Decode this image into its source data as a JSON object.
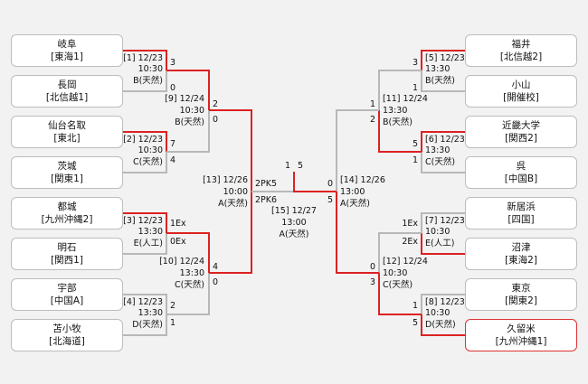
{
  "teams": {
    "L1": {
      "name": "岐阜",
      "region": "[東海1]"
    },
    "L2": {
      "name": "長岡",
      "region": "[北信越1]"
    },
    "L3": {
      "name": "仙台名取",
      "region": "[東北]"
    },
    "L4": {
      "name": "茨城",
      "region": "[関東1]"
    },
    "L5": {
      "name": "都城",
      "region": "[九州沖縄2]"
    },
    "L6": {
      "name": "明石",
      "region": "[関西1]"
    },
    "L7": {
      "name": "宇部",
      "region": "[中国A]"
    },
    "L8": {
      "name": "苫小牧",
      "region": "[北海道]"
    },
    "R1": {
      "name": "福井",
      "region": "[北信越2]"
    },
    "R2": {
      "name": "小山",
      "region": "[開催校]"
    },
    "R3": {
      "name": "近畿大学",
      "region": "[関西2]"
    },
    "R4": {
      "name": "呉",
      "region": "[中国B]"
    },
    "R5": {
      "name": "新居浜",
      "region": "[四国]"
    },
    "R6": {
      "name": "沼津",
      "region": "[東海2]"
    },
    "R7": {
      "name": "東京",
      "region": "[関東2]"
    },
    "R8": {
      "name": "久留米",
      "region": "[九州沖縄1]"
    }
  },
  "matches": {
    "m1": {
      "id": "[1] 12/23",
      "time": "10:30",
      "venue": "B(天然)",
      "s1": "3",
      "s2": "0"
    },
    "m2": {
      "id": "[2] 12/23",
      "time": "10:30",
      "venue": "C(天然)",
      "s1": "7",
      "s2": "4"
    },
    "m3": {
      "id": "[3] 12/23",
      "time": "13:30",
      "venue": "E(人工)",
      "s1": "1Ex",
      "s2": "0Ex"
    },
    "m4": {
      "id": "[4] 12/23",
      "time": "13:30",
      "venue": "D(天然)",
      "s1": "2",
      "s2": "1"
    },
    "m5": {
      "id": "[5] 12/23",
      "time": "13:30",
      "venue": "B(天然)",
      "s1": "3",
      "s2": "1"
    },
    "m6": {
      "id": "[6] 12/23",
      "time": "13:30",
      "venue": "C(天然)",
      "s1": "5",
      "s2": "1"
    },
    "m7": {
      "id": "[7] 12/23",
      "time": "10:30",
      "venue": "E(人工)",
      "s1": "1Ex",
      "s2": "2Ex"
    },
    "m8": {
      "id": "[8] 12/23",
      "time": "10:30",
      "venue": "D(天然)",
      "s1": "1",
      "s2": "5"
    },
    "m9": {
      "id": "[9] 12/24",
      "time": "10:30",
      "venue": "B(天然)",
      "s1": "2",
      "s2": "0"
    },
    "m10": {
      "id": "[10] 12/24",
      "time": "13:30",
      "venue": "C(天然)",
      "s1": "4",
      "s2": "0"
    },
    "m11": {
      "id": "[11] 12/24",
      "time": "13:30",
      "venue": "B(天然)",
      "s1": "1",
      "s2": "2"
    },
    "m12": {
      "id": "[12] 12/24",
      "time": "10:30",
      "venue": "C(天然)",
      "s1": "0",
      "s2": "3"
    },
    "m13": {
      "id": "[13] 12/26",
      "time": "10:00",
      "venue": "A(天然)",
      "s1": "2PK5",
      "s2": "2PK6"
    },
    "m14": {
      "id": "[14] 12/26",
      "time": "13:00",
      "venue": "A(天然)",
      "s1": "0",
      "s2": "5"
    },
    "m15": {
      "id": "[15] 12/27",
      "time": "13:00",
      "venue": "A(天然)",
      "s1": "1",
      "s2": "5"
    }
  },
  "colors": {
    "winner": "#dd2222",
    "line": "#b8b8b8"
  }
}
